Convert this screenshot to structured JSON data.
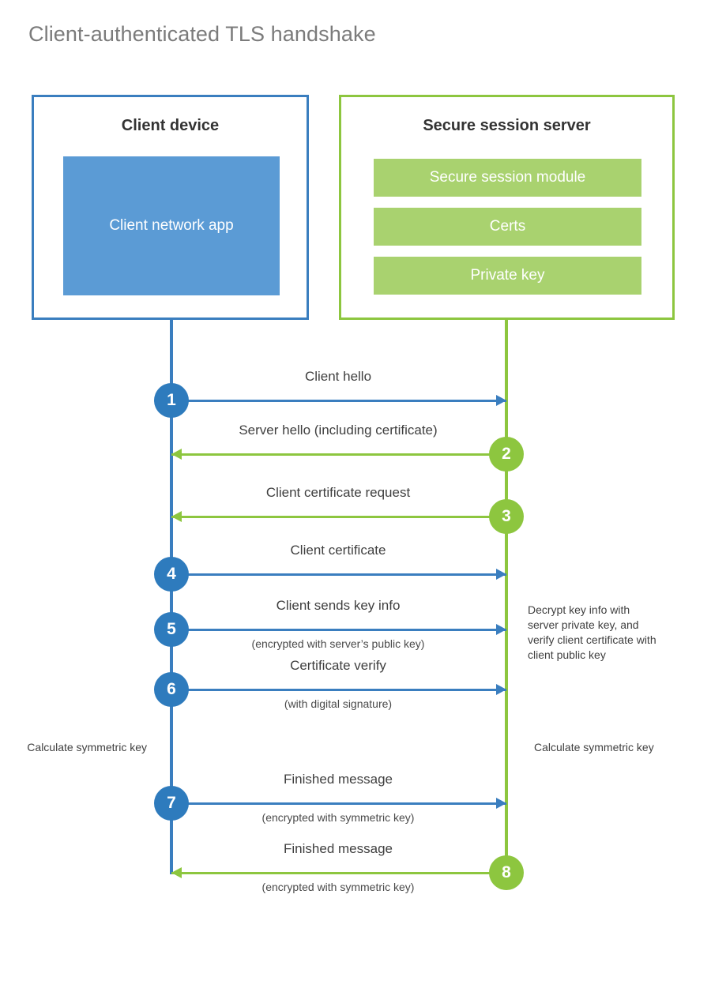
{
  "title": "Client-authenticated TLS handshake",
  "colors": {
    "client_accent": "#3a7ebf",
    "client_badge": "#2e7bbd",
    "client_app_fill": "#5b9bd5",
    "server_accent": "#8dc63f",
    "server_bar_fill": "#a9d26f",
    "title_text": "#7b7b7b",
    "body_text": "#3f3f3f"
  },
  "participants": {
    "client": {
      "title": "Client device",
      "app_label": "Client network app"
    },
    "server": {
      "title": "Secure session server",
      "modules": [
        "Secure session module",
        "Certs",
        "Private key"
      ]
    }
  },
  "messages": [
    {
      "step": "1",
      "label": "Client hello",
      "sublabel": "",
      "direction": "client-to-server",
      "color": "blue"
    },
    {
      "step": "2",
      "label": "Server hello (including certificate)",
      "sublabel": "",
      "direction": "server-to-client",
      "color": "green"
    },
    {
      "step": "3",
      "label": "Client certificate request",
      "sublabel": "",
      "direction": "server-to-client",
      "color": "green"
    },
    {
      "step": "4",
      "label": "Client certificate",
      "sublabel": "",
      "direction": "client-to-server",
      "color": "blue"
    },
    {
      "step": "5",
      "label": "Client sends key info",
      "sublabel": "(encrypted with server’s public key)",
      "direction": "client-to-server",
      "color": "blue"
    },
    {
      "step": "6",
      "label": "Certificate verify",
      "sublabel": "(with digital signature)",
      "direction": "client-to-server",
      "color": "blue"
    },
    {
      "step": "7",
      "label": "Finished message",
      "sublabel": "(encrypted with symmetric key)",
      "direction": "client-to-server",
      "color": "blue"
    },
    {
      "step": "8",
      "label": "Finished message",
      "sublabel": "(encrypted with symmetric key)",
      "direction": "server-to-client",
      "color": "green"
    }
  ],
  "annotations": {
    "server_decrypt": "Decrypt key info with server private key, and verify client certificate with client public key",
    "client_calculate": "Calculate symmetric key",
    "server_calculate": "Calculate symmetric key"
  }
}
